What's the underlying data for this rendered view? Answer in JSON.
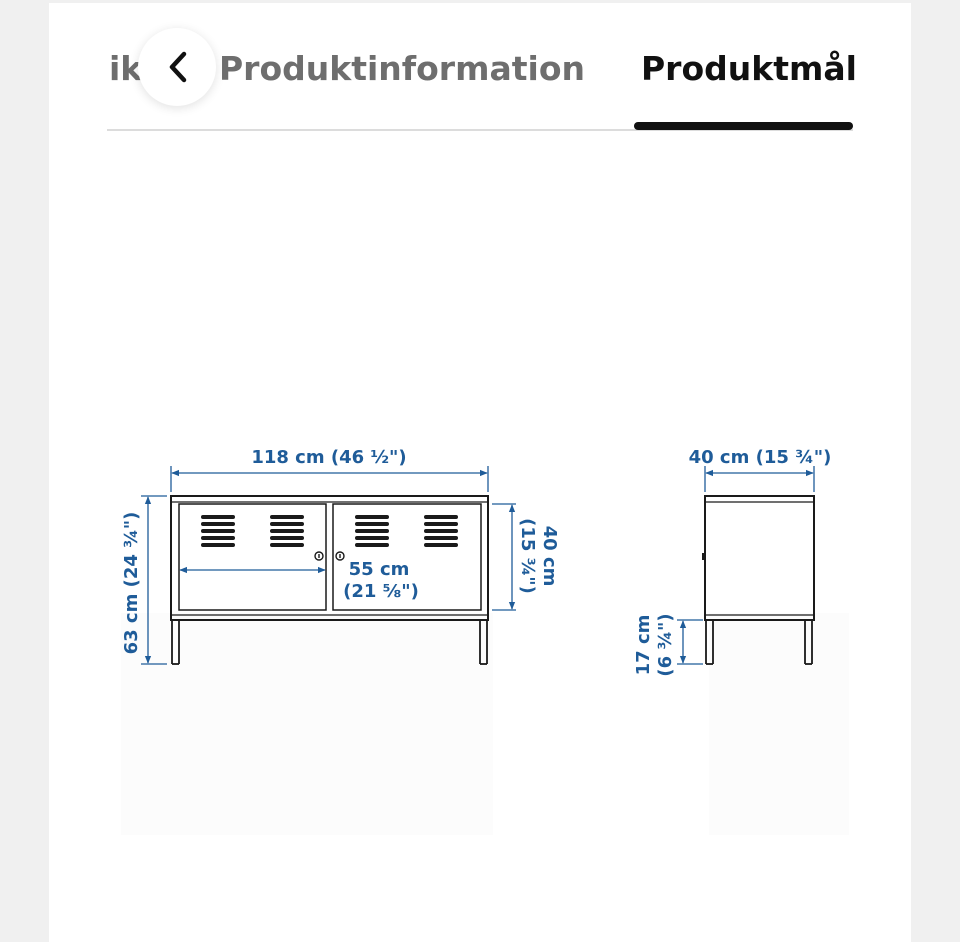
{
  "tabs": {
    "partial_label": "ik",
    "info_label": "Produktinformation",
    "active_label": "Produktmål"
  },
  "icons": {
    "back": "chevron-left-icon"
  },
  "colors": {
    "dimension_blue": "#1f5c99",
    "line_black": "#1a1a1a",
    "active_tab": "#111111",
    "inactive_tab": "#6e6e6e"
  },
  "dimensions": {
    "front_width": "118 cm (46 ½\")",
    "total_height": "63 cm (24 ¾\")",
    "door_width_cm": "55 cm",
    "door_width_in": "(21 ⅝\")",
    "cabinet_height_cm": "40 cm",
    "cabinet_height_in": "(15 ¾\")",
    "depth": "40 cm (15 ¾\")",
    "leg_height_cm": "17 cm",
    "leg_height_in": "(6 ¾\")"
  }
}
